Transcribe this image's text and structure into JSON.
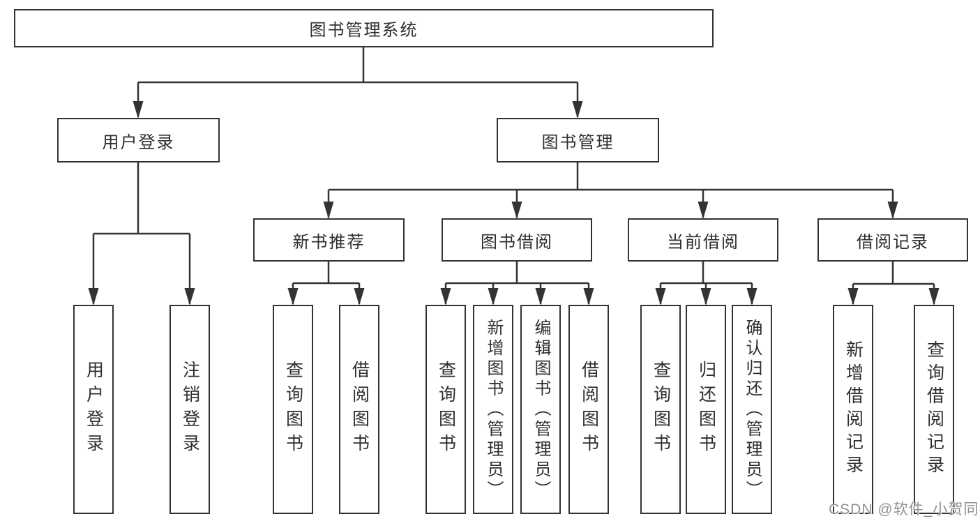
{
  "tree": {
    "label": "图书管理系统",
    "children": [
      {
        "label": "用户登录",
        "children": [
          {
            "label": "用户登录"
          },
          {
            "label": "注销登录"
          }
        ]
      },
      {
        "label": "图书管理",
        "children": [
          {
            "label": "新书推荐",
            "children": [
              {
                "label": "查询图书"
              },
              {
                "label": "借阅图书"
              }
            ]
          },
          {
            "label": "图书借阅",
            "children": [
              {
                "label": "查询图书"
              },
              {
                "label": "新增图书（管理员）"
              },
              {
                "label": "编辑图书（管理员）"
              },
              {
                "label": "借阅图书"
              }
            ]
          },
          {
            "label": "当前借阅",
            "children": [
              {
                "label": "查询图书"
              },
              {
                "label": "归还图书"
              },
              {
                "label": "确认归还（管理员）"
              }
            ]
          },
          {
            "label": "借阅记录",
            "children": [
              {
                "label": "新增借阅记录"
              },
              {
                "label": "查询借阅记录"
              }
            ]
          }
        ]
      }
    ]
  },
  "watermark": "CSDN @软件_小贺同学",
  "colors": {
    "line": "#333333",
    "box_border": "#333333",
    "box_fill": "#ffffff",
    "text": "#2e2e2e",
    "watermark": "#909090",
    "background": "#ffffff"
  }
}
